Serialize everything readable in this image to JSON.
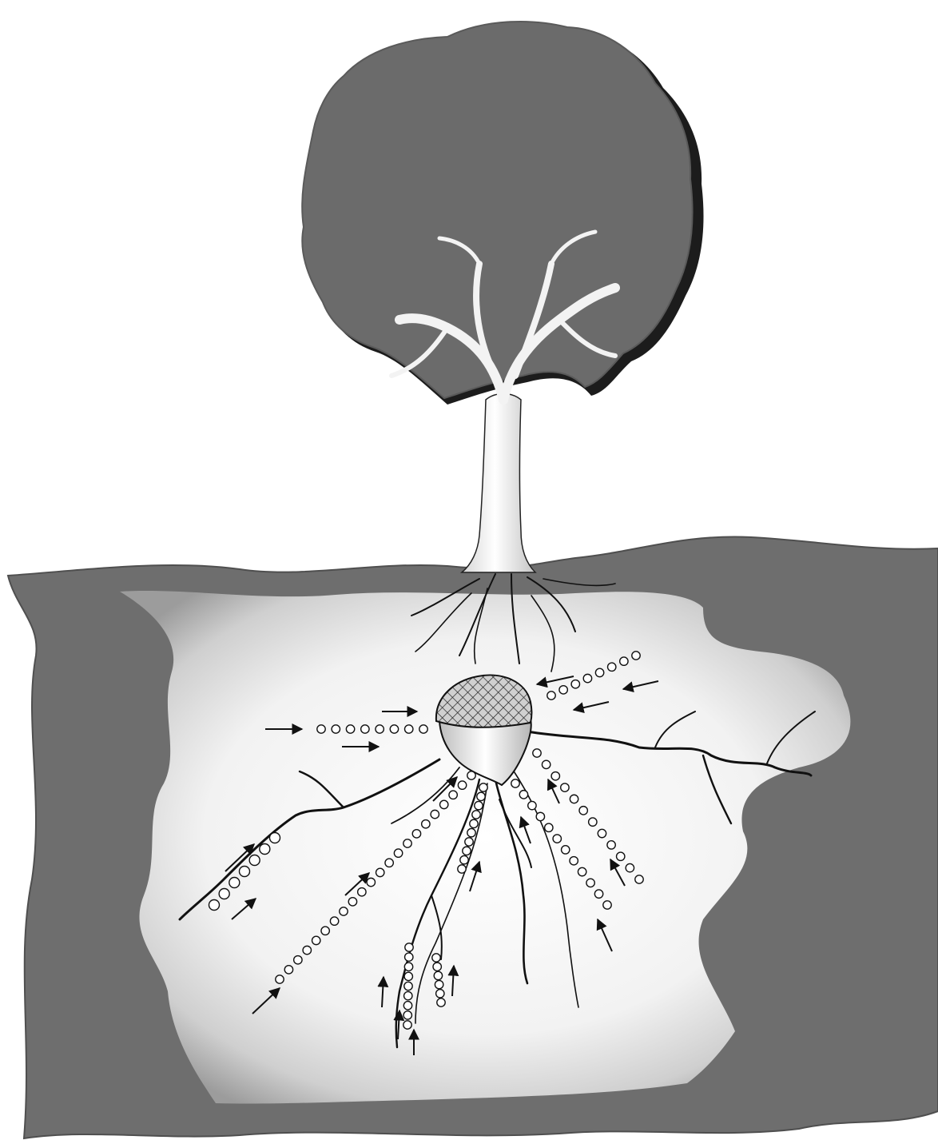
{
  "colors": {
    "background": "#ffffff",
    "canopy": "#6d6d6d",
    "canopy_shadow": "#1a1a1a",
    "soil": "#6e6e6e",
    "soil_edge": "#4a4a4a",
    "cavity": "#f4f4f4",
    "cavity_shade": "#9a9a9a",
    "line": "#111111"
  },
  "icons": {
    "tree": "tree-icon",
    "acorn": "acorn-icon",
    "arrow": "arrow-icon",
    "particle": "particle-circle-icon"
  },
  "diagram": {
    "subject": "oak-tree-with-acorn-and-roots",
    "flow_direction": "toward-acorn",
    "streams": [
      {
        "id": "left-horizontal",
        "particles": 8
      },
      {
        "id": "upper-right",
        "particles": 8
      },
      {
        "id": "lower-left-short",
        "particles": 7
      },
      {
        "id": "lower-left-long",
        "particles": 22
      },
      {
        "id": "center-down",
        "particles": 10
      },
      {
        "id": "right-diagonal-1",
        "particles": 12
      },
      {
        "id": "right-diagonal-2",
        "particles": 12
      },
      {
        "id": "bottom-1",
        "particles": 9
      },
      {
        "id": "bottom-2",
        "particles": 6
      }
    ]
  }
}
